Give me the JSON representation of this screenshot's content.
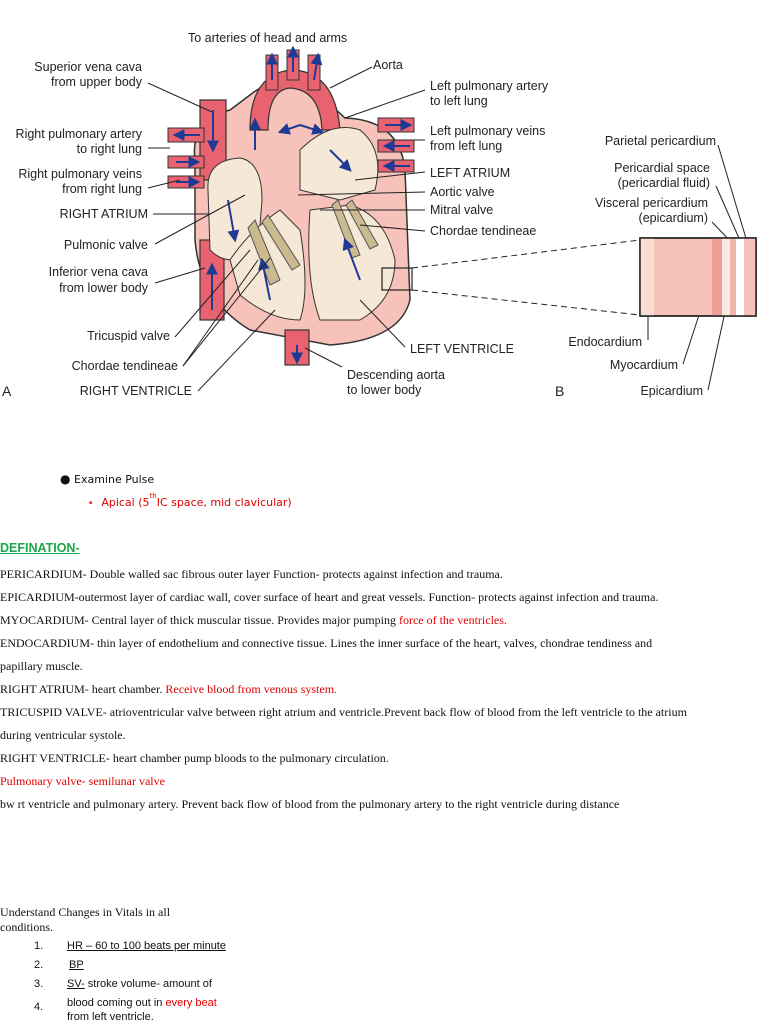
{
  "diagram": {
    "labels": {
      "top": "To arteries of head and arms",
      "aorta": "Aorta",
      "svc1": "Superior vena cava",
      "svc2": "from upper body",
      "rpa1": "Right pulmonary artery",
      "rpa2": "to right lung",
      "rpv1": "Right pulmonary veins",
      "rpv2": "from right lung",
      "ra": "RIGHT ATRIUM",
      "pv": "Pulmonic valve",
      "ivc1": "Inferior vena cava",
      "ivc2": "from lower body",
      "tv": "Tricuspid valve",
      "ct_left": "Chordae tendineae",
      "rv": "RIGHT VENTRICLE",
      "lpa1": "Left pulmonary artery",
      "lpa2": "to left lung",
      "lpv1": "Left pulmonary veins",
      "lpv2": "from left lung",
      "la": "LEFT ATRIUM",
      "av": "Aortic valve",
      "mv": "Mitral valve",
      "ct_right": "Chordae tendineae",
      "lv": "LEFT VENTRICLE",
      "da1": "Descending aorta",
      "da2": "to lower body",
      "panel_a": "A",
      "panel_b": "B",
      "parietal": "Parietal pericardium",
      "ps1": "Pericardial space",
      "ps2": "(pericardial fluid)",
      "vp1": "Visceral pericardium",
      "vp2": "(epicardium)",
      "endo": "Endocardium",
      "myo": "Myocardium",
      "epi": "Epicardium"
    }
  },
  "bullets": {
    "examine": "Examine Pulse",
    "apical_pre": "Apical (5",
    "apical_sup": "th",
    "apical_post": " IC space, mid clavicular)"
  },
  "heading": "DEFINATION-",
  "definitions": {
    "l1": "PERICARDIUM- Double walled sac fibrous outer layer Function- protects against infection and trauma.",
    "l2": "EPICARDIUM-outermost layer of cardiac wall, cover surface of heart and great vessels. Function- protects against infection and  trauma.",
    "l3a": "MYOCARDIUM- Central layer of thick muscular tissue. Provides major pumping ",
    "l3b": "force of the ventricles.",
    "l4": "ENDOCARDIUM- thin layer of endothelium and connective tissue. Lines the inner surface of the heart, valves, chondrae tendiness  and",
    "l5": "papillary muscle.",
    "l6a": "RIGHT ATRIUM- heart chamber. ",
    "l6b": "Receive blood from venous system.",
    "l7": "TRICUSPID VALVE- atrioventricular valve between right atrium and ventricle.Prevent back flow of blood from the left ventricle to the  atrium",
    "l8": "during ventricular systole.",
    "l9": "RIGHT VENTRICLE- heart chamber pump bloods to the pulmonary circulation.",
    "l10": "Pulmonary valve- semilunar valve",
    "l11": " bw rt ventricle and pulmonary artery. Prevent back flow of blood from the pulmonary artery to the right ventricle during distance"
  },
  "vitals": {
    "head": "Understand Changes in Vitals in all conditions.",
    "items": [
      {
        "num": "1.",
        "text": "HR – 60 to 100 beats per minute"
      },
      {
        "num": "2.",
        "text": "BP"
      },
      {
        "num": "3.",
        "text_a": "SV-",
        "text_b": " stroke volume-  amount of"
      },
      {
        "num": "4.",
        "text_a": "blood coming out in ",
        "text_b": "every beat"
      },
      {
        "text": "from left ventricle."
      }
    ]
  },
  "colors": {
    "heart_red": "#e8636f",
    "heart_pink": "#f6c2b9",
    "valve_tan": "#cbb98f",
    "arrow_blue": "#1f3a93",
    "red_text": "#e00000",
    "heading_green": "#1aa64a"
  }
}
